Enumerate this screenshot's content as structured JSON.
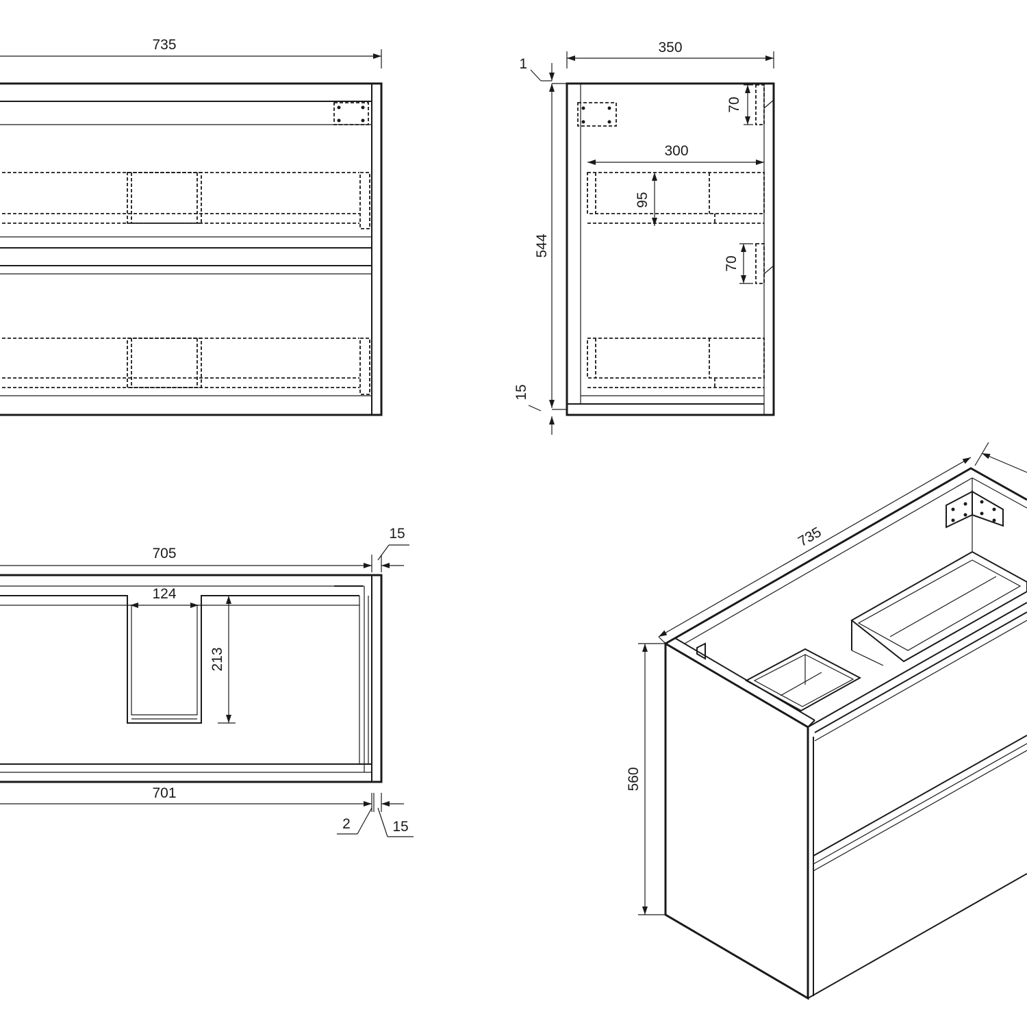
{
  "front_view": {
    "width_label": "735"
  },
  "side_view": {
    "depth_label": "350",
    "top_gap_label": "1",
    "height_label": "544",
    "drawer_depth_label": "300",
    "drawer_height_label": "95",
    "rail_upper_label": "70",
    "rail_lower_label": "70",
    "bottom_gap_label": "15"
  },
  "top_view": {
    "inner_width_label": "705",
    "side_panel_label": "15",
    "notch_width_label": "124",
    "notch_depth_label": "213",
    "bottom_width_label": "701",
    "gap_label": "2",
    "bottom_panel_label": "15"
  },
  "iso_view": {
    "width_label": "735",
    "height_label": "560"
  }
}
